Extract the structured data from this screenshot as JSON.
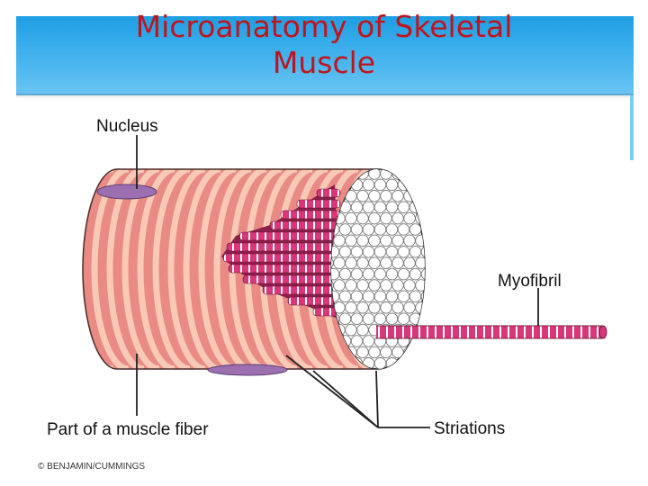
{
  "slide": {
    "title_line1": "Microanatomy of Skeletal",
    "title_line2": "Muscle"
  },
  "labels": {
    "nucleus": "Nucleus",
    "myofibril": "Myofibril",
    "muscle_fiber": "Part of a muscle fiber",
    "striations": "Striations"
  },
  "credit": "© BENJAMIN/CUMMINGS",
  "colors": {
    "title": "#c0141c",
    "header_band": "#2ea6e8",
    "fiber_base": "#e98a84",
    "fiber_stripe": "#f8c9b6",
    "myofibril": "#d8377a",
    "nucleus": "#9b6fb0"
  }
}
